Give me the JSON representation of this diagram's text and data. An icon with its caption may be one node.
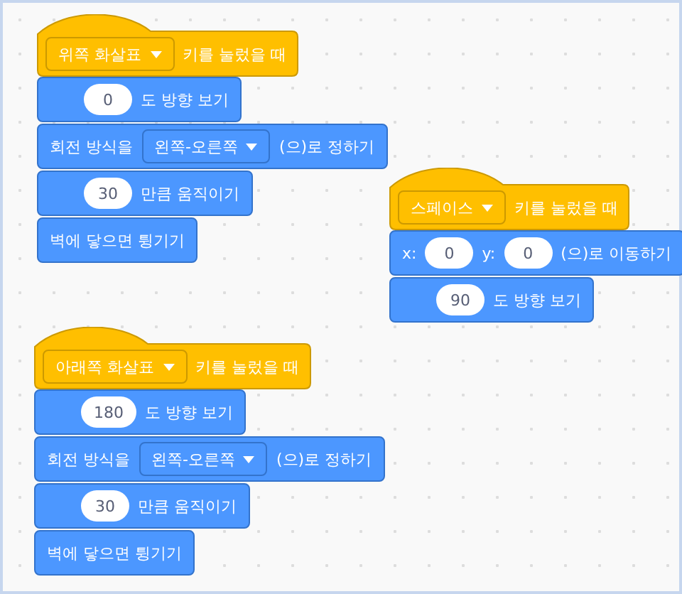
{
  "diagram": {
    "nodes": [
      {
        "text": [
          "키를 눌렀을 때"
        ]
      },
      {
        "text": [
          "위쪽 화살표"
        ],
        "in": 0
      },
      {
        "text": [
          "도 방향 보기"
        ]
      },
      {
        "text": [
          "0"
        ],
        "in": 2
      },
      {
        "text": [
          "회전 방식을",
          "(으)로 정하기"
        ]
      },
      {
        "text": [
          "왼쪽-오른쪽"
        ],
        "in": 4
      },
      {
        "text": [
          "만큼 움직이기"
        ]
      },
      {
        "text": [
          "30"
        ],
        "in": 6
      },
      {
        "text": [
          "벽에 닿으면 튕기기"
        ]
      },
      {
        "text": [
          "키를 눌렀을 때"
        ]
      },
      {
        "text": [
          "스페이스"
        ],
        "in": 9
      },
      {
        "text": [
          "x:",
          "y:",
          "(으)로 이동하기"
        ]
      },
      {
        "text": [
          "0"
        ],
        "in": 11
      },
      {
        "text": [
          "0"
        ],
        "in": 11
      },
      {
        "text": [
          "도 방향 보기"
        ]
      },
      {
        "text": [
          "90"
        ],
        "in": 14
      },
      {
        "text": [
          "키를 눌렀을 때"
        ]
      },
      {
        "text": [
          "아래쪽 화살표"
        ],
        "in": 16
      },
      {
        "text": [
          "도 방향 보기"
        ]
      },
      {
        "text": [
          "180"
        ],
        "in": 18
      },
      {
        "text": [
          "회전 방식을",
          "(으)로 정하기"
        ]
      },
      {
        "text": [
          "왼쪽-오른쪽"
        ],
        "in": 20
      },
      {
        "text": [
          "만큼 움직이기"
        ]
      },
      {
        "text": [
          "30"
        ],
        "in": 22
      },
      {
        "text": [
          "벽에 닿으면 튕기기"
        ]
      }
    ]
  }
}
